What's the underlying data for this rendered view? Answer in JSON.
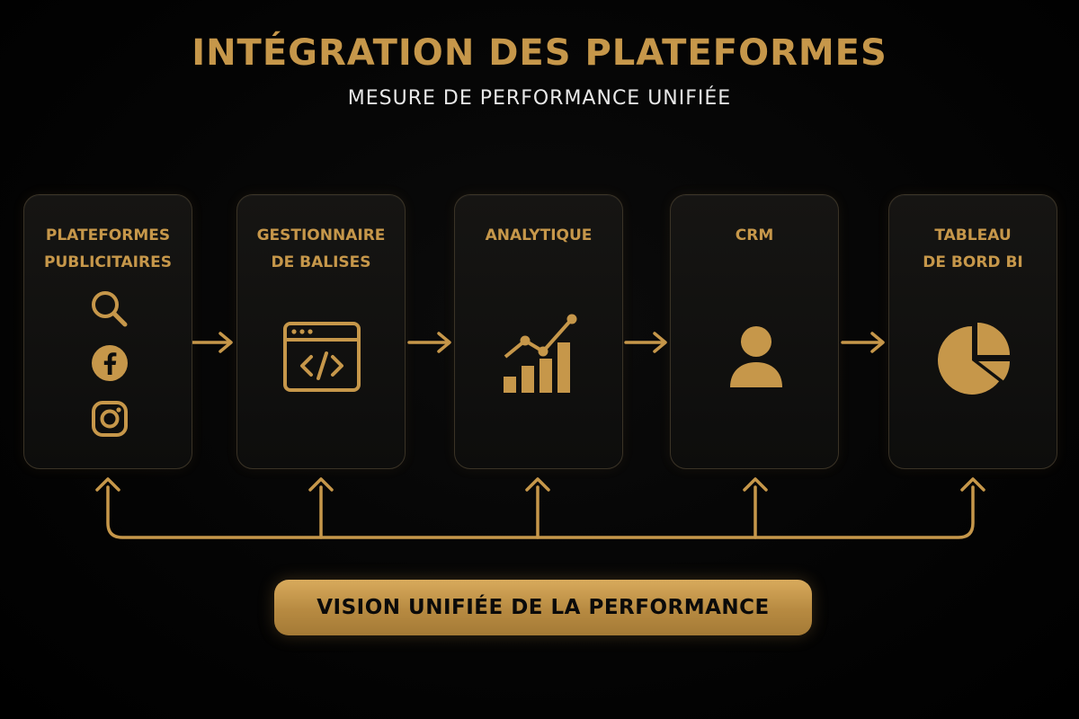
{
  "header": {
    "title": "INTÉGRATION DES PLATEFORMES",
    "subtitle": "MESURE DE PERFORMANCE UNIFIÉE"
  },
  "colors": {
    "accent": "#c6974a",
    "background": "#000000",
    "card": "#121210",
    "subtitle": "#e8e8e8"
  },
  "steps": [
    {
      "label": "PLATEFORMES\nPUBLICITAIRES",
      "icons": [
        "search-icon",
        "facebook-icon",
        "instagram-icon"
      ]
    },
    {
      "label": "GESTIONNAIRE\nDE BALISES",
      "icons": [
        "code-window-icon"
      ]
    },
    {
      "label": "ANALYTIQUE",
      "icons": [
        "trend-chart-icon"
      ]
    },
    {
      "label": "CRM",
      "icons": [
        "user-icon"
      ]
    },
    {
      "label": "TABLEAU\nDE BORD BI",
      "icons": [
        "pie-chart-icon"
      ]
    }
  ],
  "result": {
    "label": "VISION UNIFIÉE DE LA PERFORMANCE"
  }
}
